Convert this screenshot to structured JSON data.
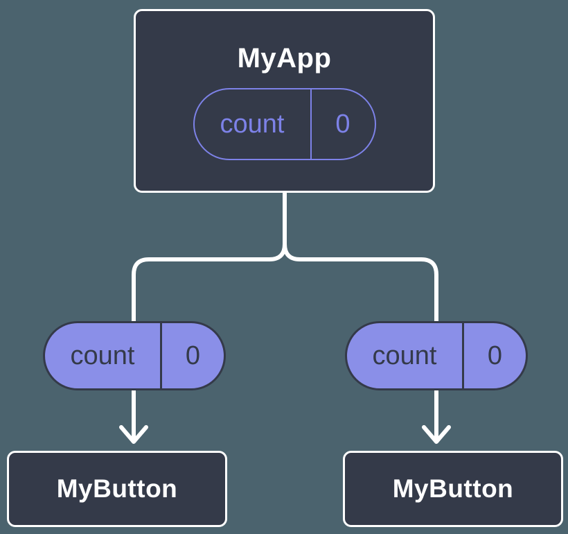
{
  "colors": {
    "background": "#4b636e",
    "node_fill": "#343a49",
    "node_border": "#ffffff",
    "pill_fill": "#8a8fe8",
    "pill_dark": "#343a49",
    "accent_purple": "#7d82e8",
    "text_light": "#ffffff",
    "connector": "#ffffff"
  },
  "diagram": {
    "type": "component-tree",
    "root": {
      "title": "MyApp",
      "prop": {
        "name": "count",
        "value": "0"
      }
    },
    "children": [
      {
        "title": "MyButton",
        "prop": {
          "name": "count",
          "value": "0"
        }
      },
      {
        "title": "MyButton",
        "prop": {
          "name": "count",
          "value": "0"
        }
      }
    ]
  }
}
